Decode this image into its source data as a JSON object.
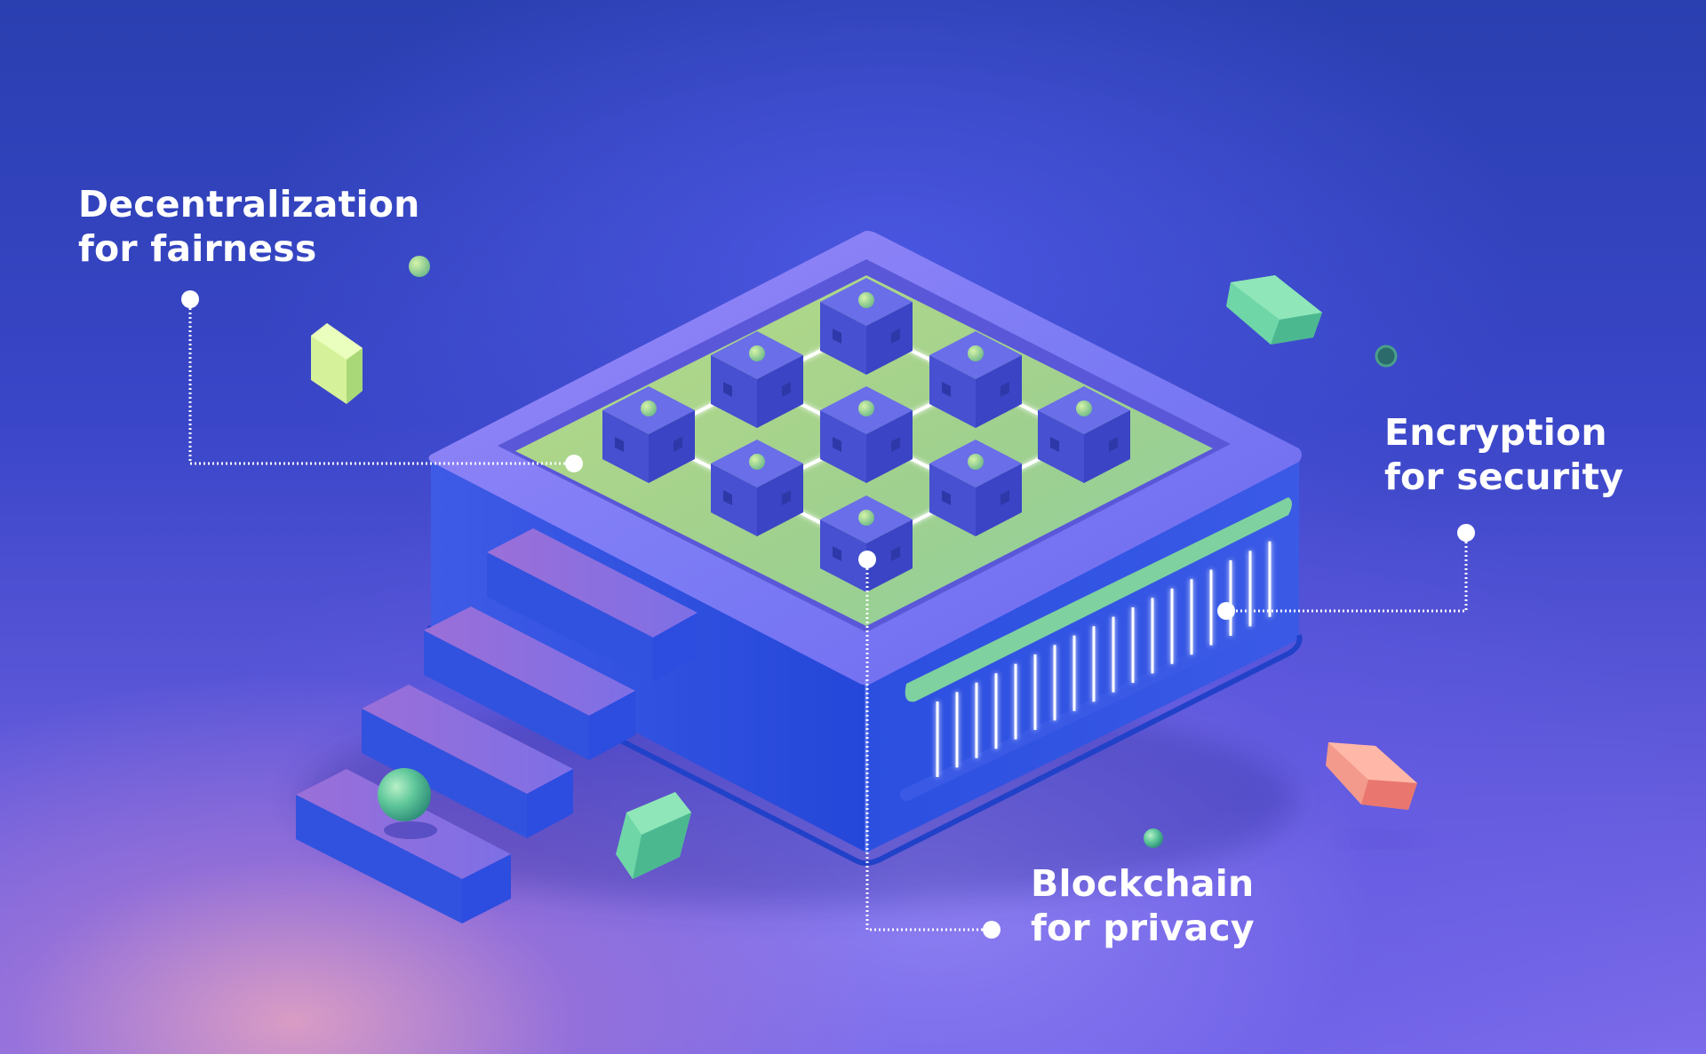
{
  "labels": {
    "decentralization": {
      "line1": "Decentralization",
      "line2": "for fairness"
    },
    "encryption": {
      "line1": "Encryption",
      "line2": "for security"
    },
    "blockchain": {
      "line1": "Blockchain",
      "line2": "for privacy"
    }
  },
  "colors": {
    "platform_blue": "#2f53e0",
    "platform_top": "#6f6ff0",
    "grid_green": "#9fd08a",
    "node_block": "#4a55d6",
    "node_dot": "#8fd08a",
    "accent_green": "#6fd6a8",
    "accent_lime": "#c9f08f",
    "accent_coral": "#f38f8a",
    "connector": "#ffffff"
  },
  "icons": [
    "isometric-platform",
    "blockchain-node-block",
    "staircase",
    "floating-cube",
    "sphere",
    "server-vent"
  ]
}
